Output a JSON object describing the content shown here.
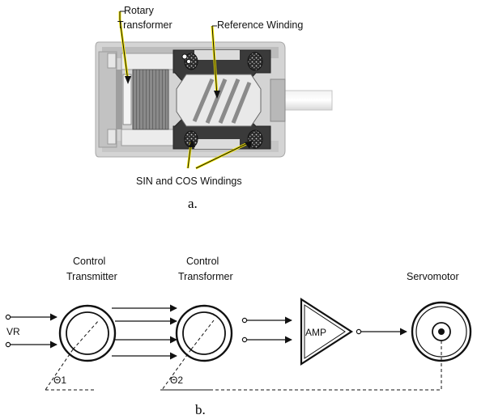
{
  "figure_a": {
    "labels": {
      "rotary_transformer_line1": "Rotary",
      "rotary_transformer_line2": "Transformer",
      "reference_winding": "Reference Winding",
      "sin_cos_windings": "SIN and COS Windings"
    },
    "caption": "a."
  },
  "figure_b": {
    "control_transmitter_line1": "Control",
    "control_transmitter_line2": "Transmitter",
    "control_transformer_line1": "Control",
    "control_transformer_line2": "Transformer",
    "servomotor": "Servomotor",
    "vr": "VR",
    "amp": "AMP",
    "theta1": "Θ1",
    "theta2": "Θ2",
    "caption": "b."
  },
  "colors": {
    "callout": "#f5e800",
    "housing": "#d4d4d4",
    "dark": "#333333"
  }
}
